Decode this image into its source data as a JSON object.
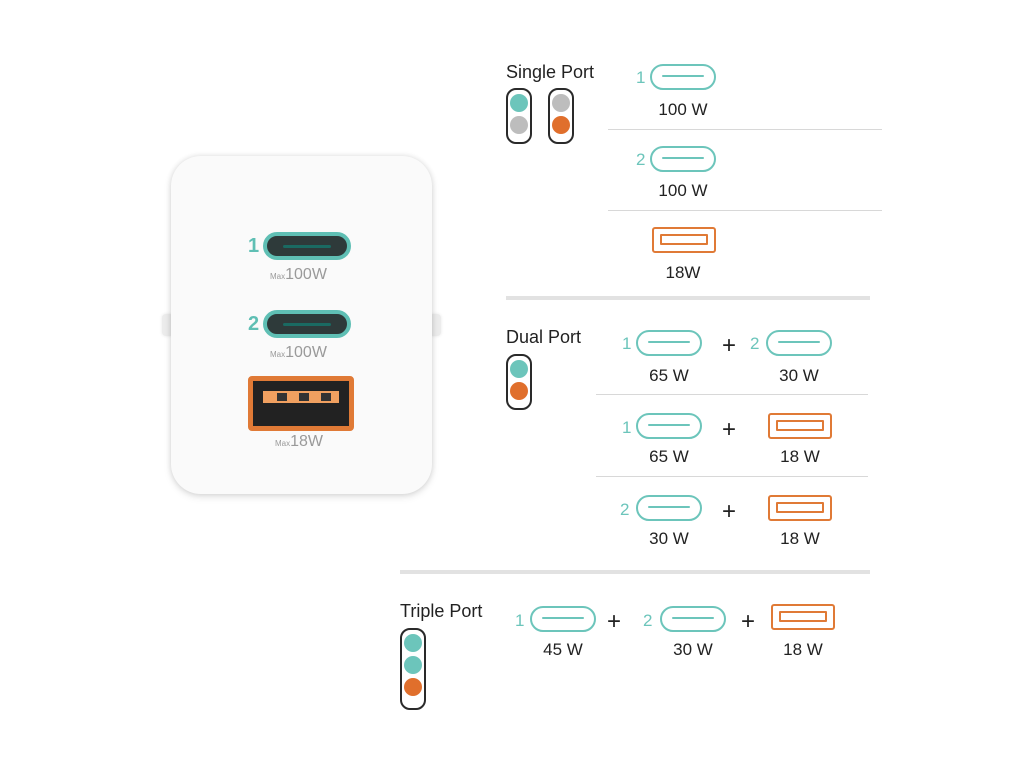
{
  "charger": {
    "ports": [
      {
        "number": "1",
        "max_prefix": "Max",
        "max_value": "100W"
      },
      {
        "number": "2",
        "max_prefix": "Max",
        "max_value": "100W"
      },
      {
        "number": "",
        "max_prefix": "Max",
        "max_value": "18W"
      }
    ]
  },
  "sections": {
    "single": {
      "title": "Single Port",
      "rows": [
        {
          "port": "1",
          "watt": "100 W"
        },
        {
          "port": "2",
          "watt": "100 W"
        },
        {
          "port": "",
          "watt": "18W"
        }
      ]
    },
    "dual": {
      "title": "Dual Port",
      "rows": [
        {
          "left_port": "1",
          "left_watt": "65 W",
          "right_port": "2",
          "right_watt": "30 W"
        },
        {
          "left_port": "1",
          "left_watt": "65 W",
          "right_port": "",
          "right_watt": "18 W"
        },
        {
          "left_port": "2",
          "left_watt": "30 W",
          "right_port": "",
          "right_watt": "18 W"
        }
      ]
    },
    "triple": {
      "title": "Triple Port",
      "row": {
        "p1": "1",
        "w1": "45 W",
        "p2": "2",
        "w2": "30 W",
        "w3": "18 W"
      }
    }
  },
  "symbols": {
    "plus": "+"
  },
  "colors": {
    "usb_c": "#6cc5bb",
    "usb_a": "#e07a36",
    "indicator_off": "#bdbdbd"
  }
}
